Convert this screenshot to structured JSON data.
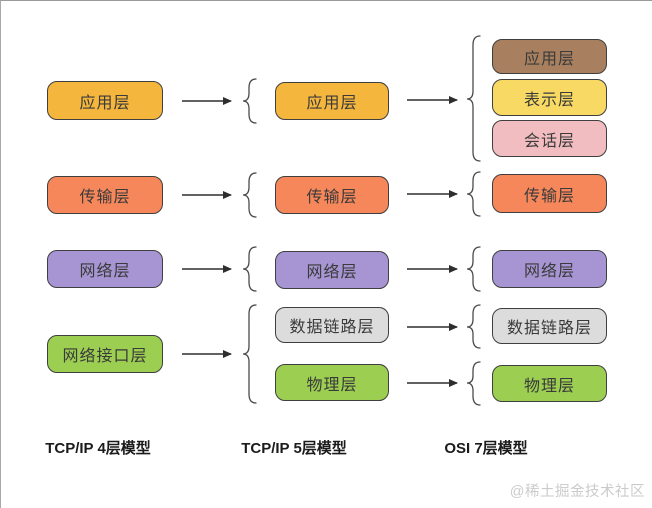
{
  "diagram": {
    "watermark": "@稀土掘金技术社区",
    "colors": {
      "application_orange": "#F5B63E",
      "transport_coral": "#F6875B",
      "network_purple": "#A795D3",
      "physical_green": "#9CCE52",
      "osi_application_brown": "#A8805F",
      "presentation_yellow": "#F8D963",
      "session_pink": "#F2BDC0",
      "datalink_gray": "#DCDCDC"
    },
    "columns": [
      {
        "caption": "TCP/IP 4层模型",
        "boxes": [
          {
            "label": "应用层",
            "color": "#F5B63E"
          },
          {
            "label": "传输层",
            "color": "#F6875B"
          },
          {
            "label": "网络层",
            "color": "#A795D3"
          },
          {
            "label": "网络接口层",
            "color": "#9CCE52"
          }
        ]
      },
      {
        "caption": "TCP/IP 5层模型",
        "boxes": [
          {
            "label": "应用层",
            "color": "#F5B63E"
          },
          {
            "label": "传输层",
            "color": "#F6875B"
          },
          {
            "label": "网络层",
            "color": "#A795D3"
          },
          {
            "label": "数据链路层",
            "color": "#DCDCDC"
          },
          {
            "label": "物理层",
            "color": "#9CCE52"
          }
        ]
      },
      {
        "caption": "OSI 7层模型",
        "boxes": [
          {
            "label": "应用层",
            "color": "#A8805F"
          },
          {
            "label": "表示层",
            "color": "#F8D963"
          },
          {
            "label": "会话层",
            "color": "#F2BDC0"
          },
          {
            "label": "传输层",
            "color": "#F6875B"
          },
          {
            "label": "网络层",
            "color": "#A795D3"
          },
          {
            "label": "数据链路层",
            "color": "#DCDCDC"
          },
          {
            "label": "物理层",
            "color": "#9CCE52"
          }
        ]
      }
    ]
  }
}
